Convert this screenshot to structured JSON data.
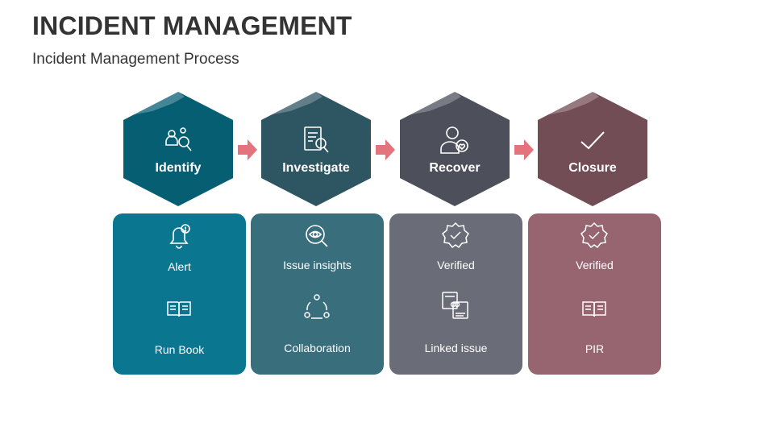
{
  "header": {
    "title": "INCIDENT MANAGEMENT",
    "subtitle": "Incident Management Process"
  },
  "colors": {
    "teal": "#065e72",
    "slate": "#2e5562",
    "gray": "#4d4f5b",
    "mauve": "#734d55",
    "card_teal": "#0b7690",
    "card_slate": "#396e7d",
    "card_gray": "#6a6d77",
    "card_mauve": "#976570",
    "arrow": "#e3747d"
  },
  "steps": [
    {
      "label": "Identify",
      "icon": "team-search-icon"
    },
    {
      "label": "Investigate",
      "icon": "document-search-icon"
    },
    {
      "label": "Recover",
      "icon": "user-heart-icon"
    },
    {
      "label": "Closure",
      "icon": "checkmark-icon"
    }
  ],
  "cards": [
    {
      "items": [
        {
          "label": "Alert",
          "icon": "bell-alert-icon"
        },
        {
          "label": "Run Book",
          "icon": "open-book-icon"
        }
      ]
    },
    {
      "items": [
        {
          "label": "Issue insights",
          "icon": "eye-search-icon"
        },
        {
          "label": "Collaboration",
          "icon": "collaboration-cycle-icon"
        }
      ]
    },
    {
      "items": [
        {
          "label": "Verified",
          "icon": "verified-badge-icon"
        },
        {
          "label": "Linked issue",
          "icon": "linked-documents-icon"
        }
      ]
    },
    {
      "items": [
        {
          "label": "Verified",
          "icon": "verified-badge-icon"
        },
        {
          "label": "PIR",
          "icon": "open-book-icon"
        }
      ]
    }
  ]
}
